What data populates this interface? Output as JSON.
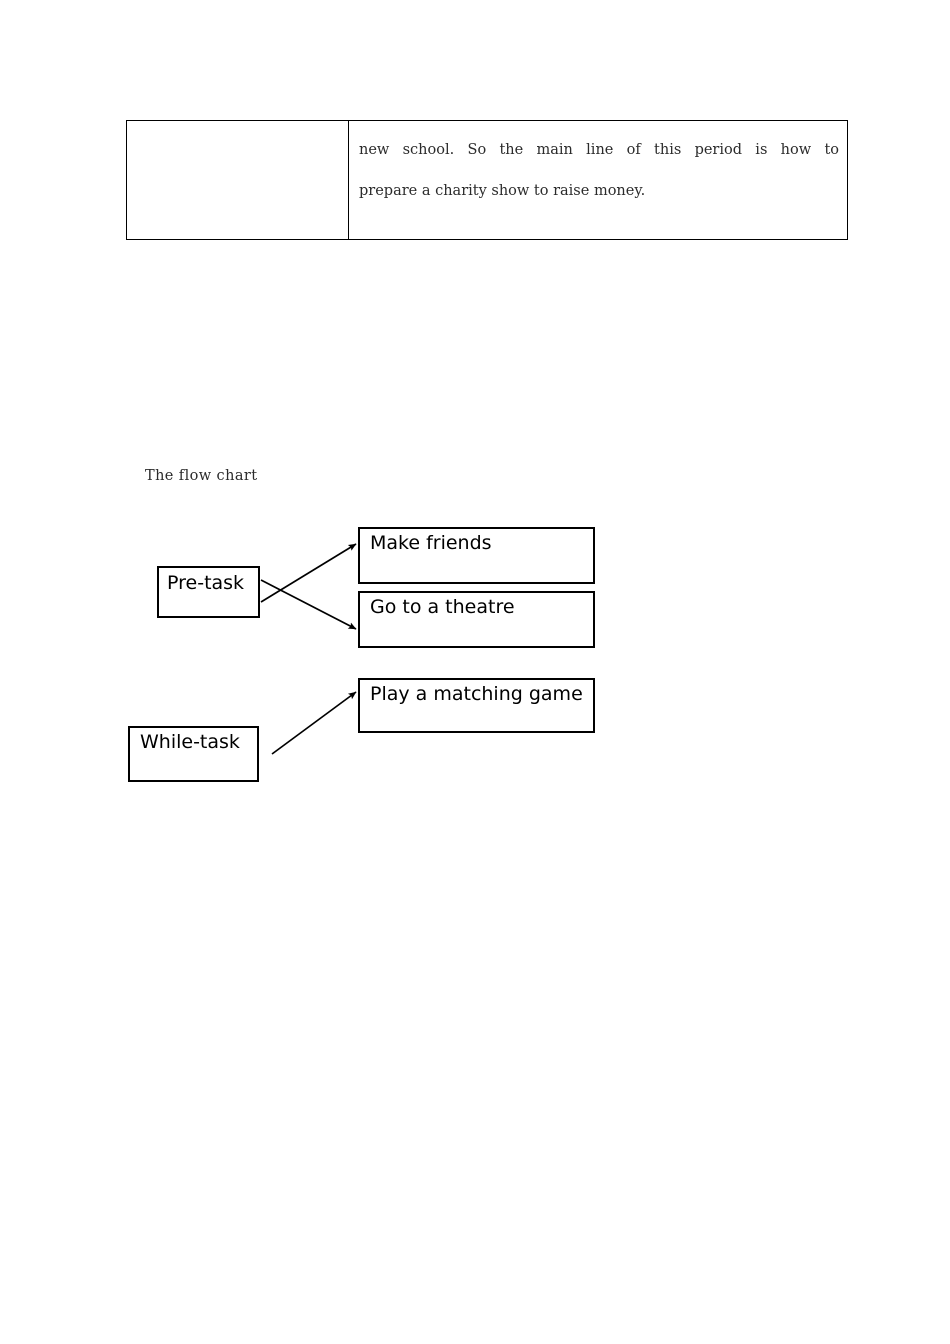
{
  "document": {
    "table": {
      "left_cell": {
        "text": ""
      },
      "right_cell": {
        "line1": "new school. So the main line of this period is how to",
        "line2": "prepare a charity show to raise money."
      }
    },
    "flow_chart": {
      "title": "The flow chart",
      "nodes": [
        {
          "id": "pre-task",
          "label": "Pre-task"
        },
        {
          "id": "make-friends",
          "label": "Make friends"
        },
        {
          "id": "go-to-a-theatre",
          "label": "Go to a theatre"
        },
        {
          "id": "while-task",
          "label": "While-task"
        },
        {
          "id": "play-a-matching-game",
          "label": "Play a matching game"
        }
      ],
      "connectors": [
        {
          "from": "pre-task",
          "to": "make-friends",
          "style": "arrow"
        },
        {
          "from": "pre-task",
          "to": "go-to-a-theatre",
          "style": "arrow"
        },
        {
          "from": "while-task",
          "to": "play-a-matching-game",
          "style": "arrow"
        }
      ]
    }
  },
  "colors": {
    "page_background": "#ffffff",
    "text": "#000000",
    "table_text": "#2b2b2b",
    "border": "#000000"
  }
}
